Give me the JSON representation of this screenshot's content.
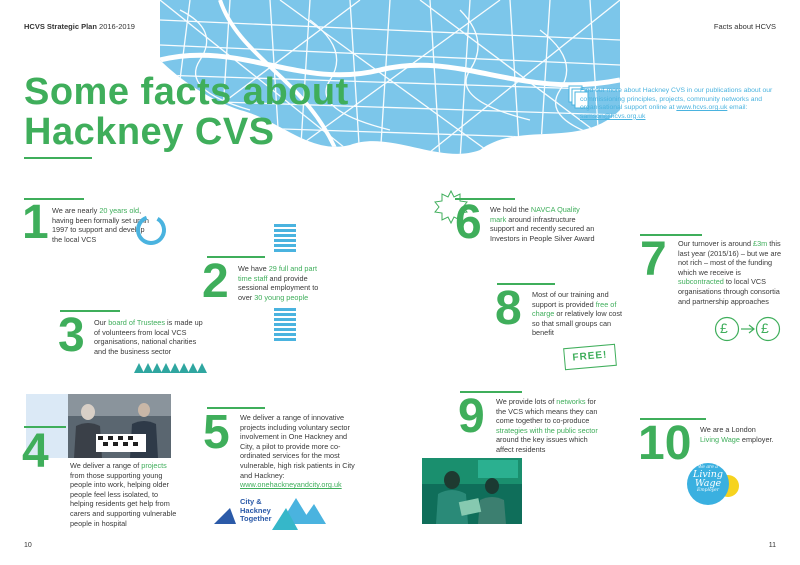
{
  "header": {
    "doc_title_bold": "HCVS Strategic Plan",
    "doc_title_years": "2016-2019",
    "section": "Facts about HCVS"
  },
  "title": {
    "line1": "Some facts about",
    "line2": "Hackney CVS"
  },
  "info": {
    "text": "Find out more about Hackney CVS in our publications about our commissioning principles, projects, community networks and organisational support online at",
    "website": "www.hcvs.org.uk",
    "email_label": "email:",
    "email": "samson@hcvs.org.uk"
  },
  "facts": [
    {
      "num": "1",
      "parts": [
        "We are nearly ",
        "20 years old",
        ", having been formally set up in 1997 to support and develop the local VCS"
      ]
    },
    {
      "num": "2",
      "parts": [
        "We have ",
        "29 full and part time staff",
        " and provide sessional employment to over ",
        "30 young people"
      ]
    },
    {
      "num": "3",
      "parts": [
        "Our ",
        "board of Trustees",
        " is made up of volunteers from local VCS organisations, national charities and the business sector"
      ]
    },
    {
      "num": "4",
      "parts": [
        "We deliver a range of ",
        "projects",
        " from those supporting young people into work, helping older people feel less isolated, to helping residents get help from carers and supporting vulnerable people in hospital"
      ]
    },
    {
      "num": "5",
      "text": "We deliver a range of innovative projects including voluntary sector involvement in One Hackney and City, a pilot to provide more co-ordinated services for the most vulnerable, high risk patients in City and Hackney:",
      "link": "www.onehackneyandcity.org.uk"
    },
    {
      "num": "6",
      "parts": [
        "We hold the ",
        "NAVCA Quality mark",
        " around infrastructure support and recently secured an Investors in People Silver Award"
      ]
    },
    {
      "num": "7",
      "parts": [
        "Our turnover is around ",
        "£3m",
        " this last year (2015/16) – but we are not rich – most of the funding which we receive is ",
        "subcontracted",
        " to local VCS organisations through consortia and partnership approaches"
      ]
    },
    {
      "num": "8",
      "parts": [
        "Most of our training and support is provided ",
        "free of charge",
        " or relatively low cost so that small groups can benefit"
      ]
    },
    {
      "num": "9",
      "parts": [
        "We provide lots of ",
        "networks",
        " for the VCS which means they can come together to co-produce ",
        "strategies with the public sector",
        " around the key issues which affect residents"
      ]
    },
    {
      "num": "10",
      "parts": [
        "We are a London ",
        "Living Wage",
        " employer."
      ]
    }
  ],
  "badges": {
    "free": "FREE!",
    "pound": "£",
    "city_logo": [
      "City &",
      "Hackney",
      "Together"
    ],
    "living_wage": [
      "We are a",
      "Living",
      "Wage",
      "Employer"
    ]
  },
  "pages": {
    "left": "10",
    "right": "11"
  },
  "colors": {
    "green": "#3fae5b",
    "blue": "#4ab3df",
    "dark_blue": "#2b5aa8"
  }
}
